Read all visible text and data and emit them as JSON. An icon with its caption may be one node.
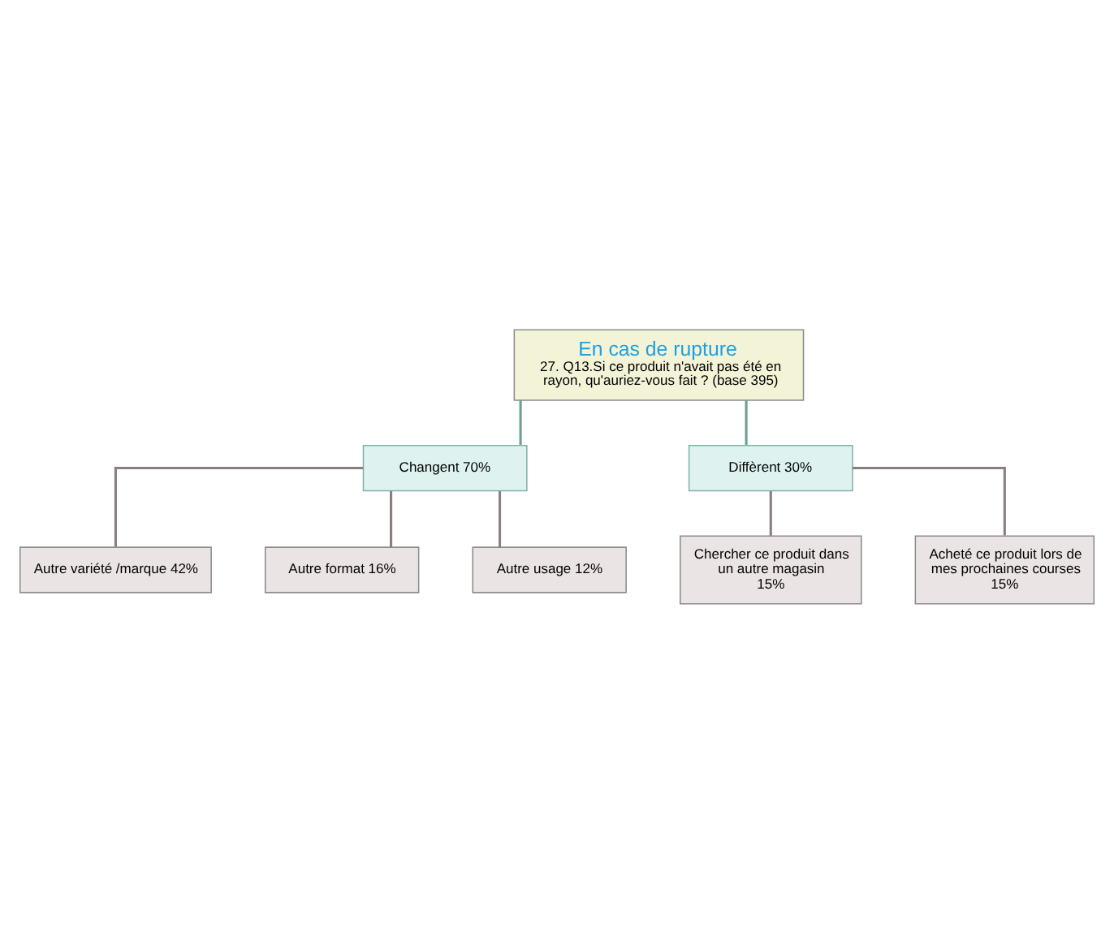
{
  "diagram": {
    "nodes": [
      {
        "text": [
          "En cas de rupture",
          "27. Q13.Si ce produit n'avait pas été en rayon, qu'auriez-vous fait ? (base 395)"
        ]
      },
      {
        "text": [
          "Changent 70%"
        ]
      },
      {
        "text": [
          "Diffèrent 30%"
        ]
      },
      {
        "text": [
          "Autre variété /marque 42%"
        ]
      },
      {
        "text": [
          "Autre format 16%"
        ]
      },
      {
        "text": [
          "Autre usage 12%"
        ]
      },
      {
        "text": [
          "Chercher ce produit dans un autre magasin",
          "15%"
        ]
      },
      {
        "text": [
          "Acheté ce produit lors de mes prochaines courses",
          "15%"
        ]
      }
    ],
    "edges": [
      {
        "from": 0,
        "to": 1,
        "arrow": "none",
        "color": "#6a9f93"
      },
      {
        "from": 0,
        "to": 2,
        "arrow": "none",
        "color": "#6a9f93"
      },
      {
        "from": 1,
        "to": 3,
        "arrow": "none"
      },
      {
        "from": 1,
        "to": 4,
        "arrow": "none"
      },
      {
        "from": 1,
        "to": 5,
        "arrow": "none"
      },
      {
        "from": 2,
        "to": 6,
        "arrow": "none"
      },
      {
        "from": 2,
        "to": 7,
        "arrow": "none"
      }
    ]
  }
}
